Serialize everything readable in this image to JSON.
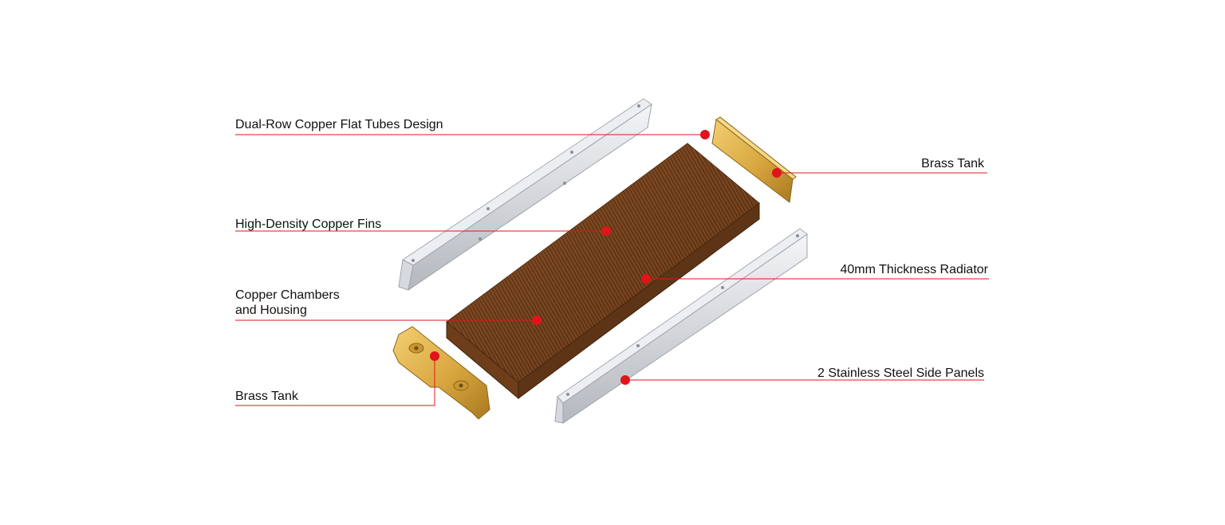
{
  "colors": {
    "callout": "#e0141b",
    "fins_dark": "#5e3416",
    "fins_light": "#a86a38",
    "brass_light": "#e8bf5c",
    "brass_dark": "#a8791f",
    "steel_light": "#eceef1",
    "steel_dark": "#9fa3a9"
  },
  "callouts": {
    "dual_row": "Dual-Row Copper Flat Tubes Design",
    "brass_tank_right": "Brass Tank",
    "fins": "High-Density Copper Fins",
    "thickness": "40mm Thickness Radiator",
    "chambers_line1": "Copper Chambers",
    "chambers_line2": "and Housing",
    "side_panels": "2 Stainless Steel Side Panels",
    "brass_tank_left": "Brass Tank"
  },
  "icons": {
    "callout_marker": "red-dot-icon"
  }
}
